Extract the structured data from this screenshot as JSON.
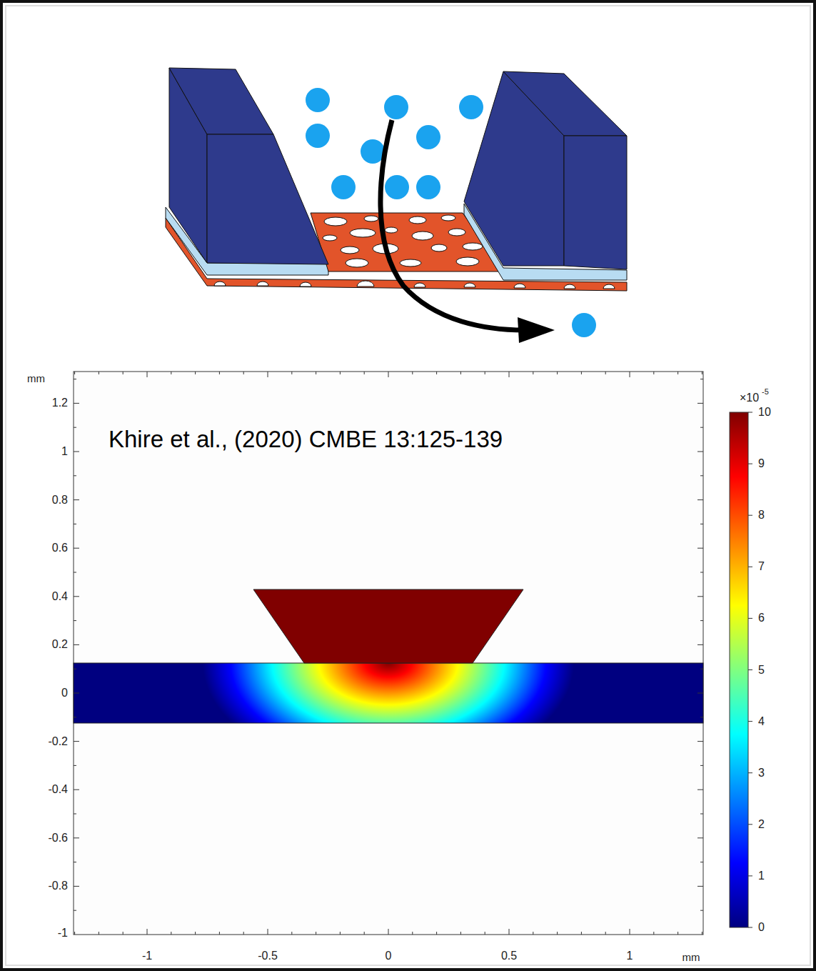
{
  "diagram": {
    "labels": [
      "Khire et al., (2020) CMBE 13:125-139",
      "mm",
      "1.2",
      "1",
      "0.8",
      "0.6",
      "0.4",
      "0.2",
      "0",
      "-0.2",
      "-0.4",
      "-0.6",
      "-0.8",
      "-1",
      "-1",
      "-0.5",
      "0",
      "0.5",
      "1",
      "mm",
      "×10",
      "-5",
      "10",
      "9",
      "8",
      "7",
      "6",
      "5",
      "4",
      "3",
      "2",
      "1",
      "0"
    ]
  }
}
